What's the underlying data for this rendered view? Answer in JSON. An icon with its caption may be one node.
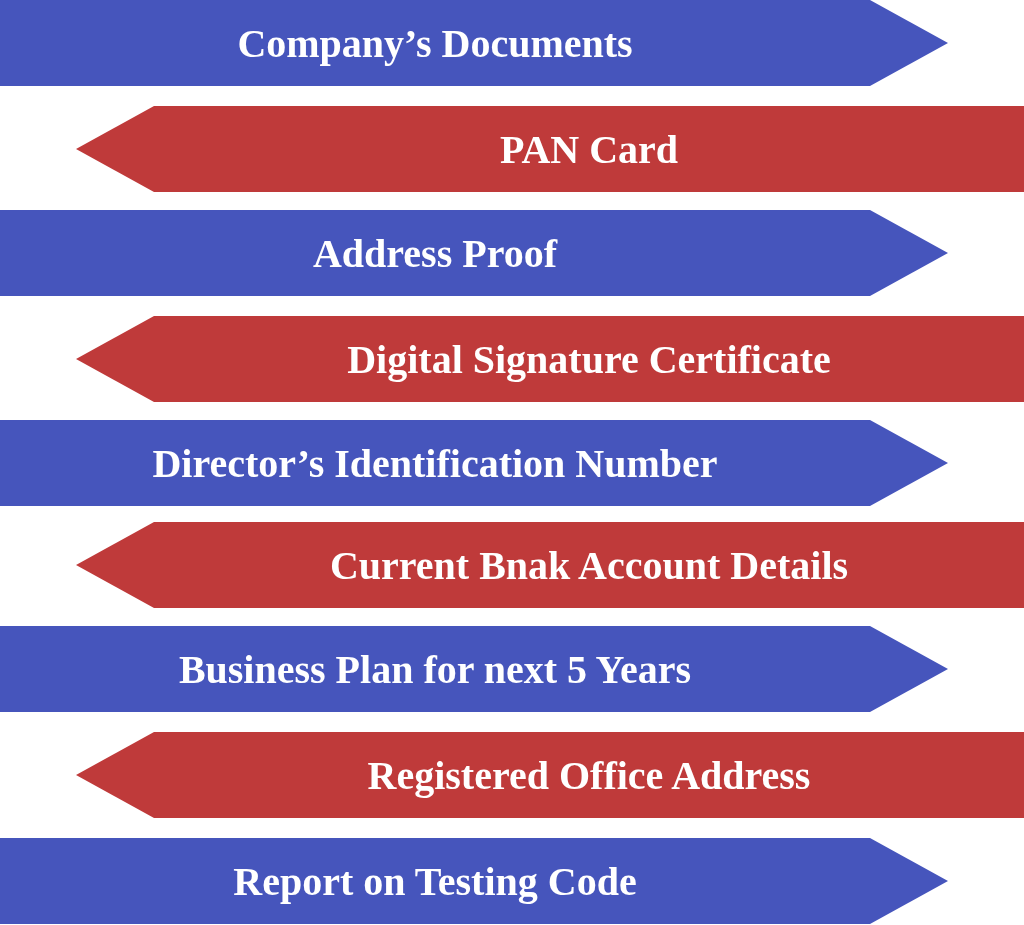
{
  "diagram": {
    "nodes": [
      {
        "text": [
          "Company’s Documents"
        ]
      },
      {
        "text": [
          "PAN Card"
        ]
      },
      {
        "text": [
          "Address Proof"
        ]
      },
      {
        "text": [
          "Digital Signature Certificate"
        ]
      },
      {
        "text": [
          "Director’s Identification Number"
        ]
      },
      {
        "text": [
          "Current Bnak Account Details"
        ]
      },
      {
        "text": [
          "Business Plan for next 5 Years"
        ]
      },
      {
        "text": [
          "Registered Office Address"
        ]
      },
      {
        "text": [
          "Report on Testing Code"
        ]
      }
    ]
  }
}
